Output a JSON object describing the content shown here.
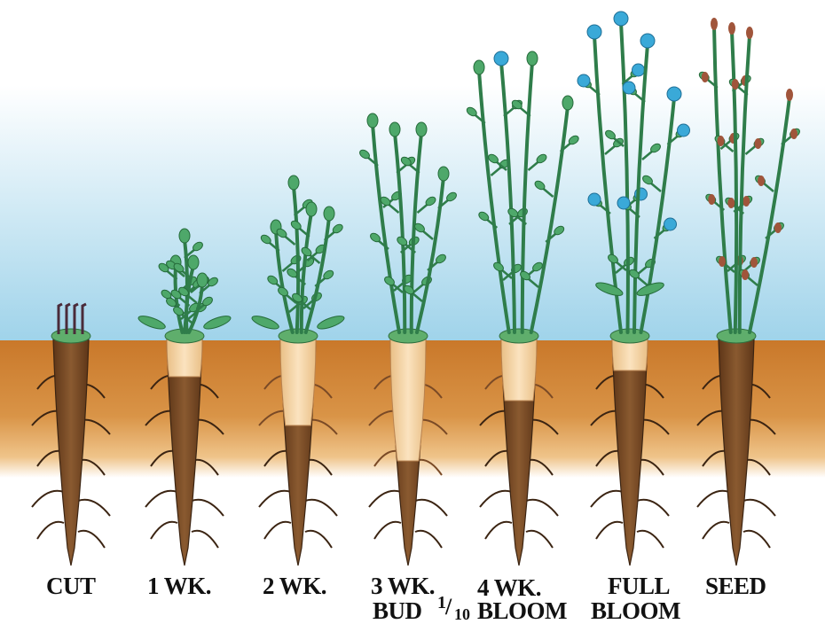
{
  "stages": [
    {
      "id": "cut",
      "label1": "CUT",
      "label2": ""
    },
    {
      "id": "1wk",
      "label1": "1 WK.",
      "label2": ""
    },
    {
      "id": "2wk",
      "label1": "2 WK.",
      "label2": ""
    },
    {
      "id": "3wk",
      "label1": "3 WK.",
      "label2": "BUD"
    },
    {
      "id": "4wk",
      "label1": "4 WK.",
      "label2": "BLOOM",
      "fraction_num": "1",
      "fraction_den": "10"
    },
    {
      "id": "full",
      "label1": "FULL",
      "label2": "BLOOM"
    },
    {
      "id": "seed",
      "label1": "SEED",
      "label2": ""
    }
  ],
  "colors": {
    "sky_top": "#ffffff",
    "sky_bottom": "#9fd3ea",
    "soil_top": "#c9782a",
    "soil_bottom": "#e8b270",
    "root_dark": "#7a4a26",
    "root_light": "#f3d3a4",
    "stem": "#2f7d4a",
    "leaf": "#4ea86a",
    "flower": "#3aa9d8",
    "seed_pod": "#a0553b"
  }
}
